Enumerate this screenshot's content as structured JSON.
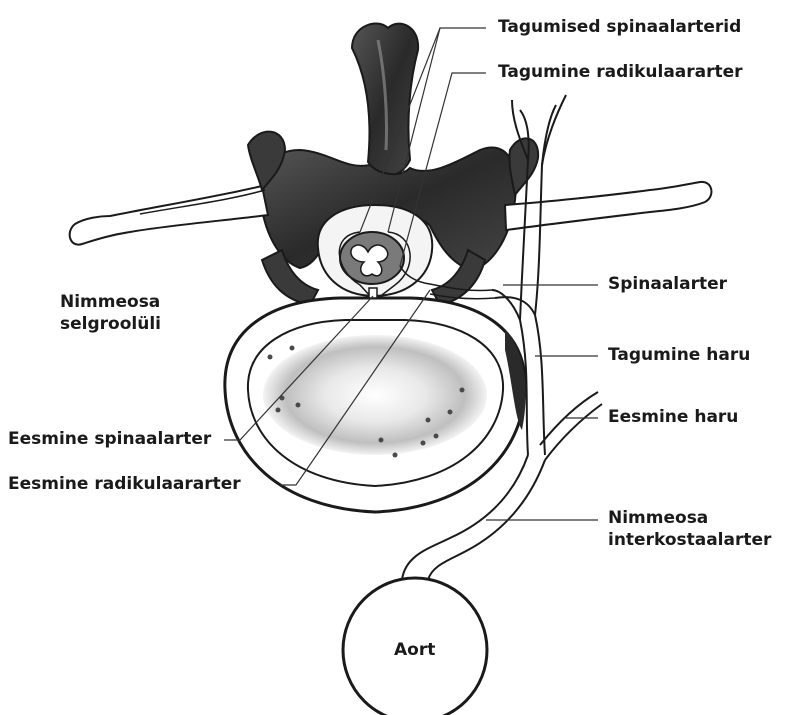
{
  "labels": {
    "posterior_spinal_arteries": "Tagumised spinaalarterid",
    "posterior_radicular_artery": "Tagumine radikulaararter",
    "lumbar_vertebra_line1": "Nimmeosa",
    "lumbar_vertebra_line2": "selgroolüli",
    "spinal_artery": "Spinaalarter",
    "posterior_branch": "Tagumine haru",
    "anterior_branch": "Eesmine haru",
    "anterior_spinal_artery": "Eesmine spinaalarter",
    "anterior_radicular_artery": "Eesmine radikulaararter",
    "lumbar_intercostal_line1": "Nimmeosa",
    "lumbar_intercostal_line2": "interkostaalarter",
    "aorta": "Aort"
  },
  "colors": {
    "bone_dark": "#2a2a2a",
    "bone_mid": "#555555",
    "outline": "#1a1a1a",
    "leader": "#333333",
    "cord_grey": "#7a7a7a",
    "disc_shade": "#9a9a9a"
  }
}
